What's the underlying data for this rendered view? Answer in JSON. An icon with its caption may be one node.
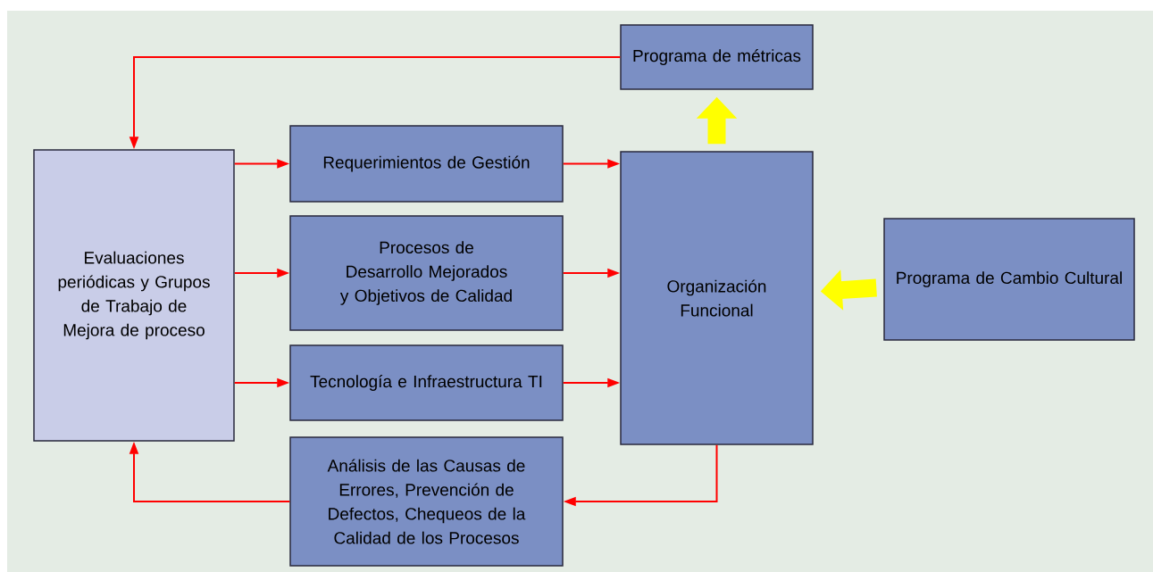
{
  "diagram": {
    "nodes": [
      {
        "text": [
          "Evaluaciones periódicas y Grupos de Trabajo de Mejora de proceso"
        ]
      },
      {
        "text": [
          "Programa de métricas"
        ]
      },
      {
        "text": [
          "Requerimientos de Gestión"
        ]
      },
      {
        "text": [
          "Procesos de Desarrollo Mejorados y Objetivos de Calidad"
        ]
      },
      {
        "text": [
          "Tecnología e Infraestructura TI"
        ]
      },
      {
        "text": [
          "Análisis de las Causas de Errores, Prevención de Defectos, Chequeos de la Calidad de los Procesos"
        ]
      },
      {
        "text": [
          "Organización Funcional"
        ]
      },
      {
        "text": [
          "Programa de Cambio Cultural"
        ]
      }
    ],
    "edges": [
      {
        "from": 1,
        "to": 0,
        "arrow": "to"
      },
      {
        "from": 0,
        "to": 2,
        "arrow": "to"
      },
      {
        "from": 0,
        "to": 3,
        "arrow": "to"
      },
      {
        "from": 0,
        "to": 4,
        "arrow": "to"
      },
      {
        "from": 2,
        "to": 6,
        "arrow": "to"
      },
      {
        "from": 3,
        "to": 6,
        "arrow": "to"
      },
      {
        "from": 4,
        "to": 6,
        "arrow": "to"
      },
      {
        "from": 6,
        "to": 5,
        "arrow": "to"
      },
      {
        "from": 5,
        "to": 0,
        "arrow": "to"
      },
      {
        "from": 6,
        "to": 1,
        "arrow": "to",
        "style": "thick",
        "color": "#ffff00"
      },
      {
        "from": 7,
        "to": 6,
        "arrow": "to",
        "style": "thick",
        "color": "#ffff00"
      }
    ]
  }
}
